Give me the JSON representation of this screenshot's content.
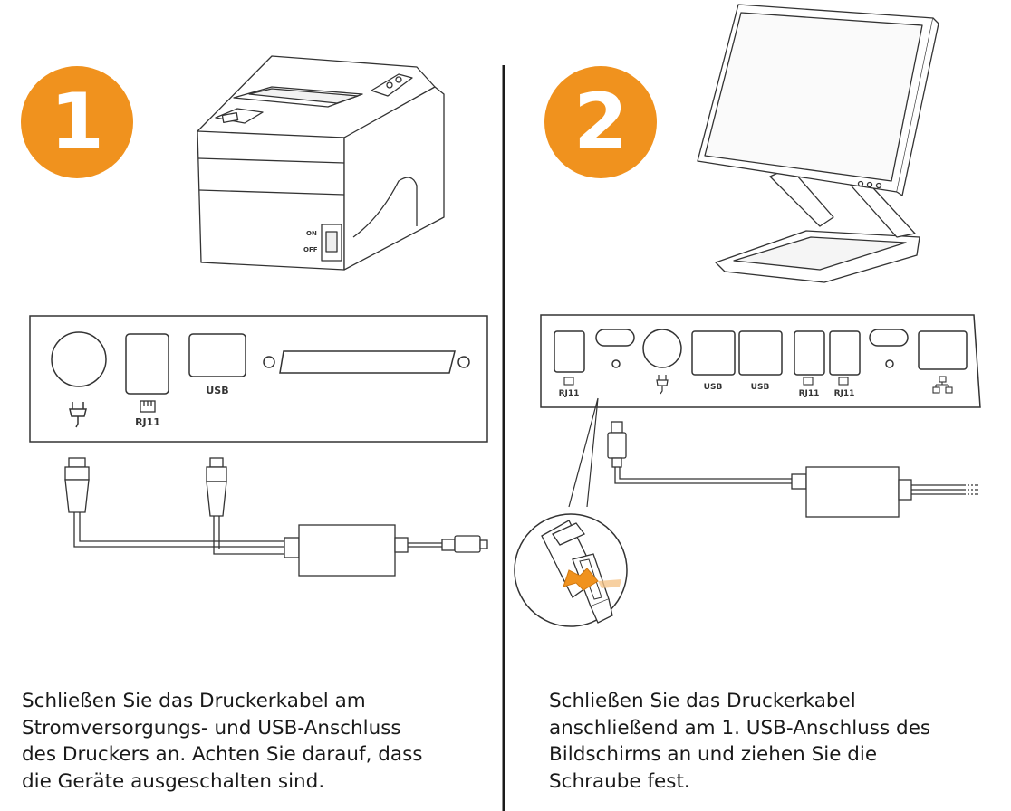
{
  "steps": [
    {
      "number": "1",
      "caption_lines": [
        "Schließen Sie das Druckerkabel am",
        "Stromversorgungs- und USB-Anschluss",
        "des Druckers an. Achten Sie darauf, dass",
        "die Geräte ausgeschalten sind."
      ],
      "printer_switch": {
        "on": "ON",
        "off": "OFF"
      },
      "panel_ports": {
        "rj11": "RJ11",
        "usb": "USB"
      }
    },
    {
      "number": "2",
      "caption_lines": [
        "Schließen Sie das Druckerkabel",
        "anschließend am 1. USB-Anschluss des",
        "Bildschirms an und ziehen Sie die",
        "Schraube fest."
      ],
      "panel_ports": {
        "rj11_a": "RJ11",
        "usb_a": "USB",
        "usb_b": "USB",
        "rj11_b": "RJ11",
        "rj11_c": "RJ11"
      }
    }
  ],
  "colors": {
    "accent": "#F0921E",
    "line": "#333333",
    "divider": "#1a1a1a"
  },
  "icons": [
    "power-plug-icon",
    "rj11-icon",
    "network-icon",
    "screw-arrow-icon"
  ]
}
